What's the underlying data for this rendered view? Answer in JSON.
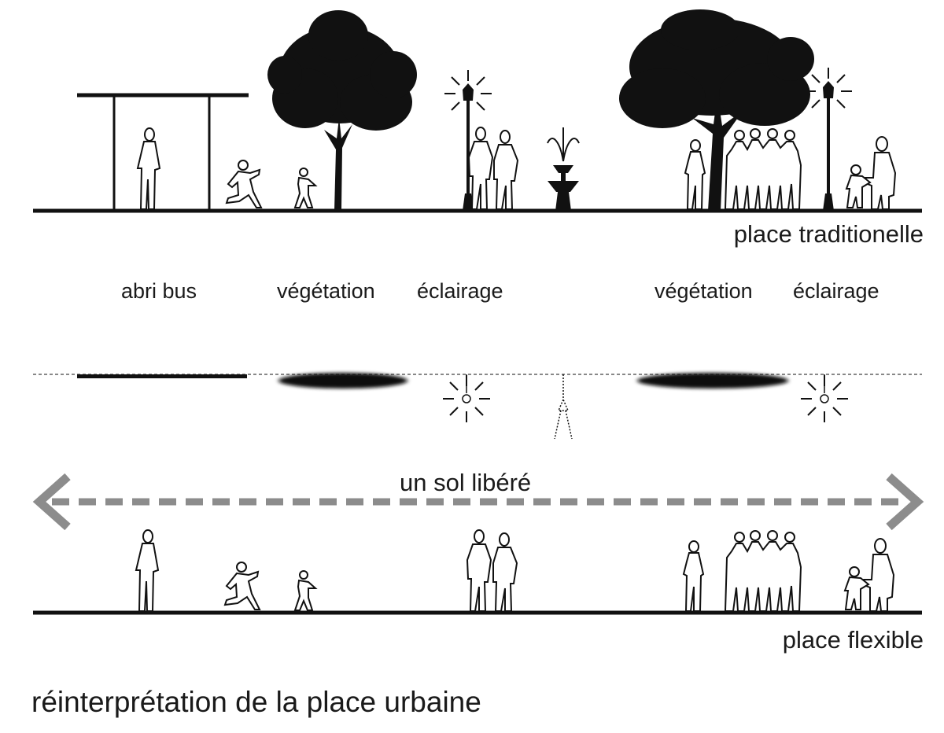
{
  "labels": {
    "traditional": "place traditionelle",
    "flexible": "place flexible",
    "freed_ground": "un sol libéré",
    "caption": "réinterprétation de la place urbaine"
  },
  "categories": {
    "bus_shelter": "abri bus",
    "vegetation_1": "végétation",
    "lighting_1": "éclairage",
    "vegetation_2": "végétation",
    "lighting_2": "éclairage"
  },
  "colors": {
    "ink": "#111111",
    "arrow": "#8c8c8c"
  }
}
